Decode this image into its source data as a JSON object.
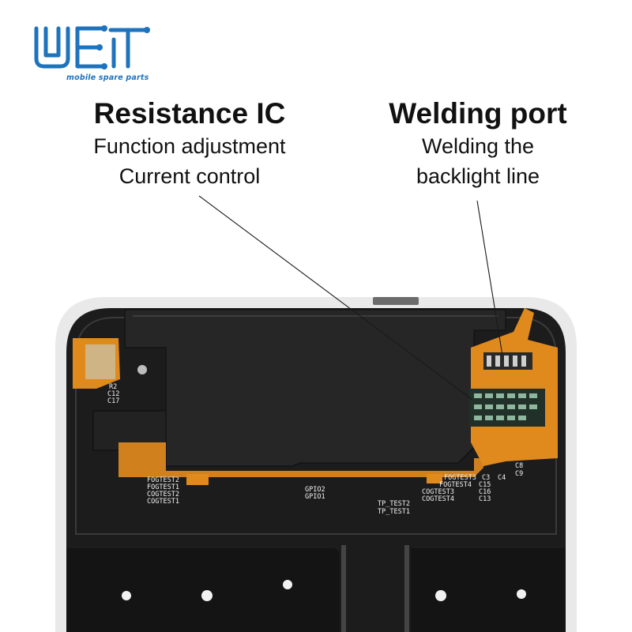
{
  "logo": {
    "tagline": "mobile spare parts",
    "color": "#1e73be"
  },
  "callouts": {
    "left": {
      "title": "Resistance IC",
      "lines": [
        "Function adjustment",
        "Current control"
      ]
    },
    "right": {
      "title": "Welding port",
      "lines": [
        "Welding the",
        "backlight line"
      ]
    }
  },
  "silkscreen": {
    "left": [
      "FOGTEST2",
      "FOGTEST1",
      "COGTEST2",
      "COGTEST1"
    ],
    "center": [
      "GPIO2",
      "GPIO1"
    ],
    "tp": [
      "TP_TEST2",
      "TP_TEST1"
    ],
    "right": [
      "FOGTEST3",
      "FOGTEST4",
      "COGTEST3",
      "COGTEST4"
    ],
    "caps_left": [
      "R2",
      "C12",
      "C17"
    ],
    "caps_right": [
      "C3",
      "C15",
      "C16",
      "C13",
      "C4",
      "C8",
      "C9"
    ]
  },
  "colors": {
    "board": "#1c1c1c",
    "flex": "#e08a1e",
    "tape": "#262626",
    "frame": "#e9e9e9"
  }
}
